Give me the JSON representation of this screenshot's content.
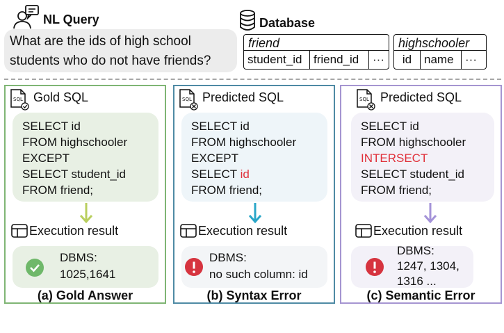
{
  "query": {
    "title": "NL Query",
    "text": "What are the ids of high school students who do not have friends?"
  },
  "database": {
    "title": "Database",
    "tables": [
      {
        "name": "friend",
        "columns": [
          "student_id",
          "friend_id",
          "···"
        ]
      },
      {
        "name": "highschooler",
        "columns": [
          "id",
          "name",
          "···"
        ]
      }
    ]
  },
  "panels": [
    {
      "title": "Gold SQL",
      "sql": [
        "SELECT id",
        "FROM highschooler",
        "EXCEPT",
        "SELECT student_id",
        "FROM friend;"
      ],
      "exec_label": "Execution result",
      "result_label": "DBMS:",
      "result_value": "1025,1641",
      "caption": "(a) Gold Answer",
      "border_color": "#7fb574",
      "sql_bg": "#e8f0e4",
      "result_bg": "#e8f0e4",
      "arrow_color": "#b9cf5f",
      "status": "success"
    },
    {
      "title": "Predicted SQL",
      "sql_prefix": "SELECT ",
      "sql_highlight": "id",
      "sql": [
        "SELECT id",
        "FROM highschooler",
        "EXCEPT",
        "SELECT id",
        "FROM friend;"
      ],
      "exec_label": "Execution result",
      "result_label": "DBMS:",
      "result_value": "no such column: id",
      "caption": "(b) Syntax Error",
      "border_color": "#4e8aa4",
      "sql_bg": "#eef5f9",
      "result_bg": "#f3f5f7",
      "arrow_color": "#2aa6c8",
      "status": "error"
    },
    {
      "title": "Predicted SQL",
      "sql": [
        "SELECT id",
        "FROM highschooler",
        "INTERSECT",
        "SELECT student_id",
        "FROM friend;"
      ],
      "exec_label": "Execution result",
      "result_label": "DBMS:",
      "result_value": "1247, 1304,",
      "result_value2": "1316 ...",
      "caption": "(c) Semantic Error",
      "border_color": "#a595d1",
      "sql_bg": "#f3f1f8",
      "result_bg": "#f3f1f8",
      "arrow_color": "#a493d8",
      "status": "error"
    }
  ],
  "colors": {
    "error_red": "#e0303a",
    "success_green": "#6fb86a"
  }
}
